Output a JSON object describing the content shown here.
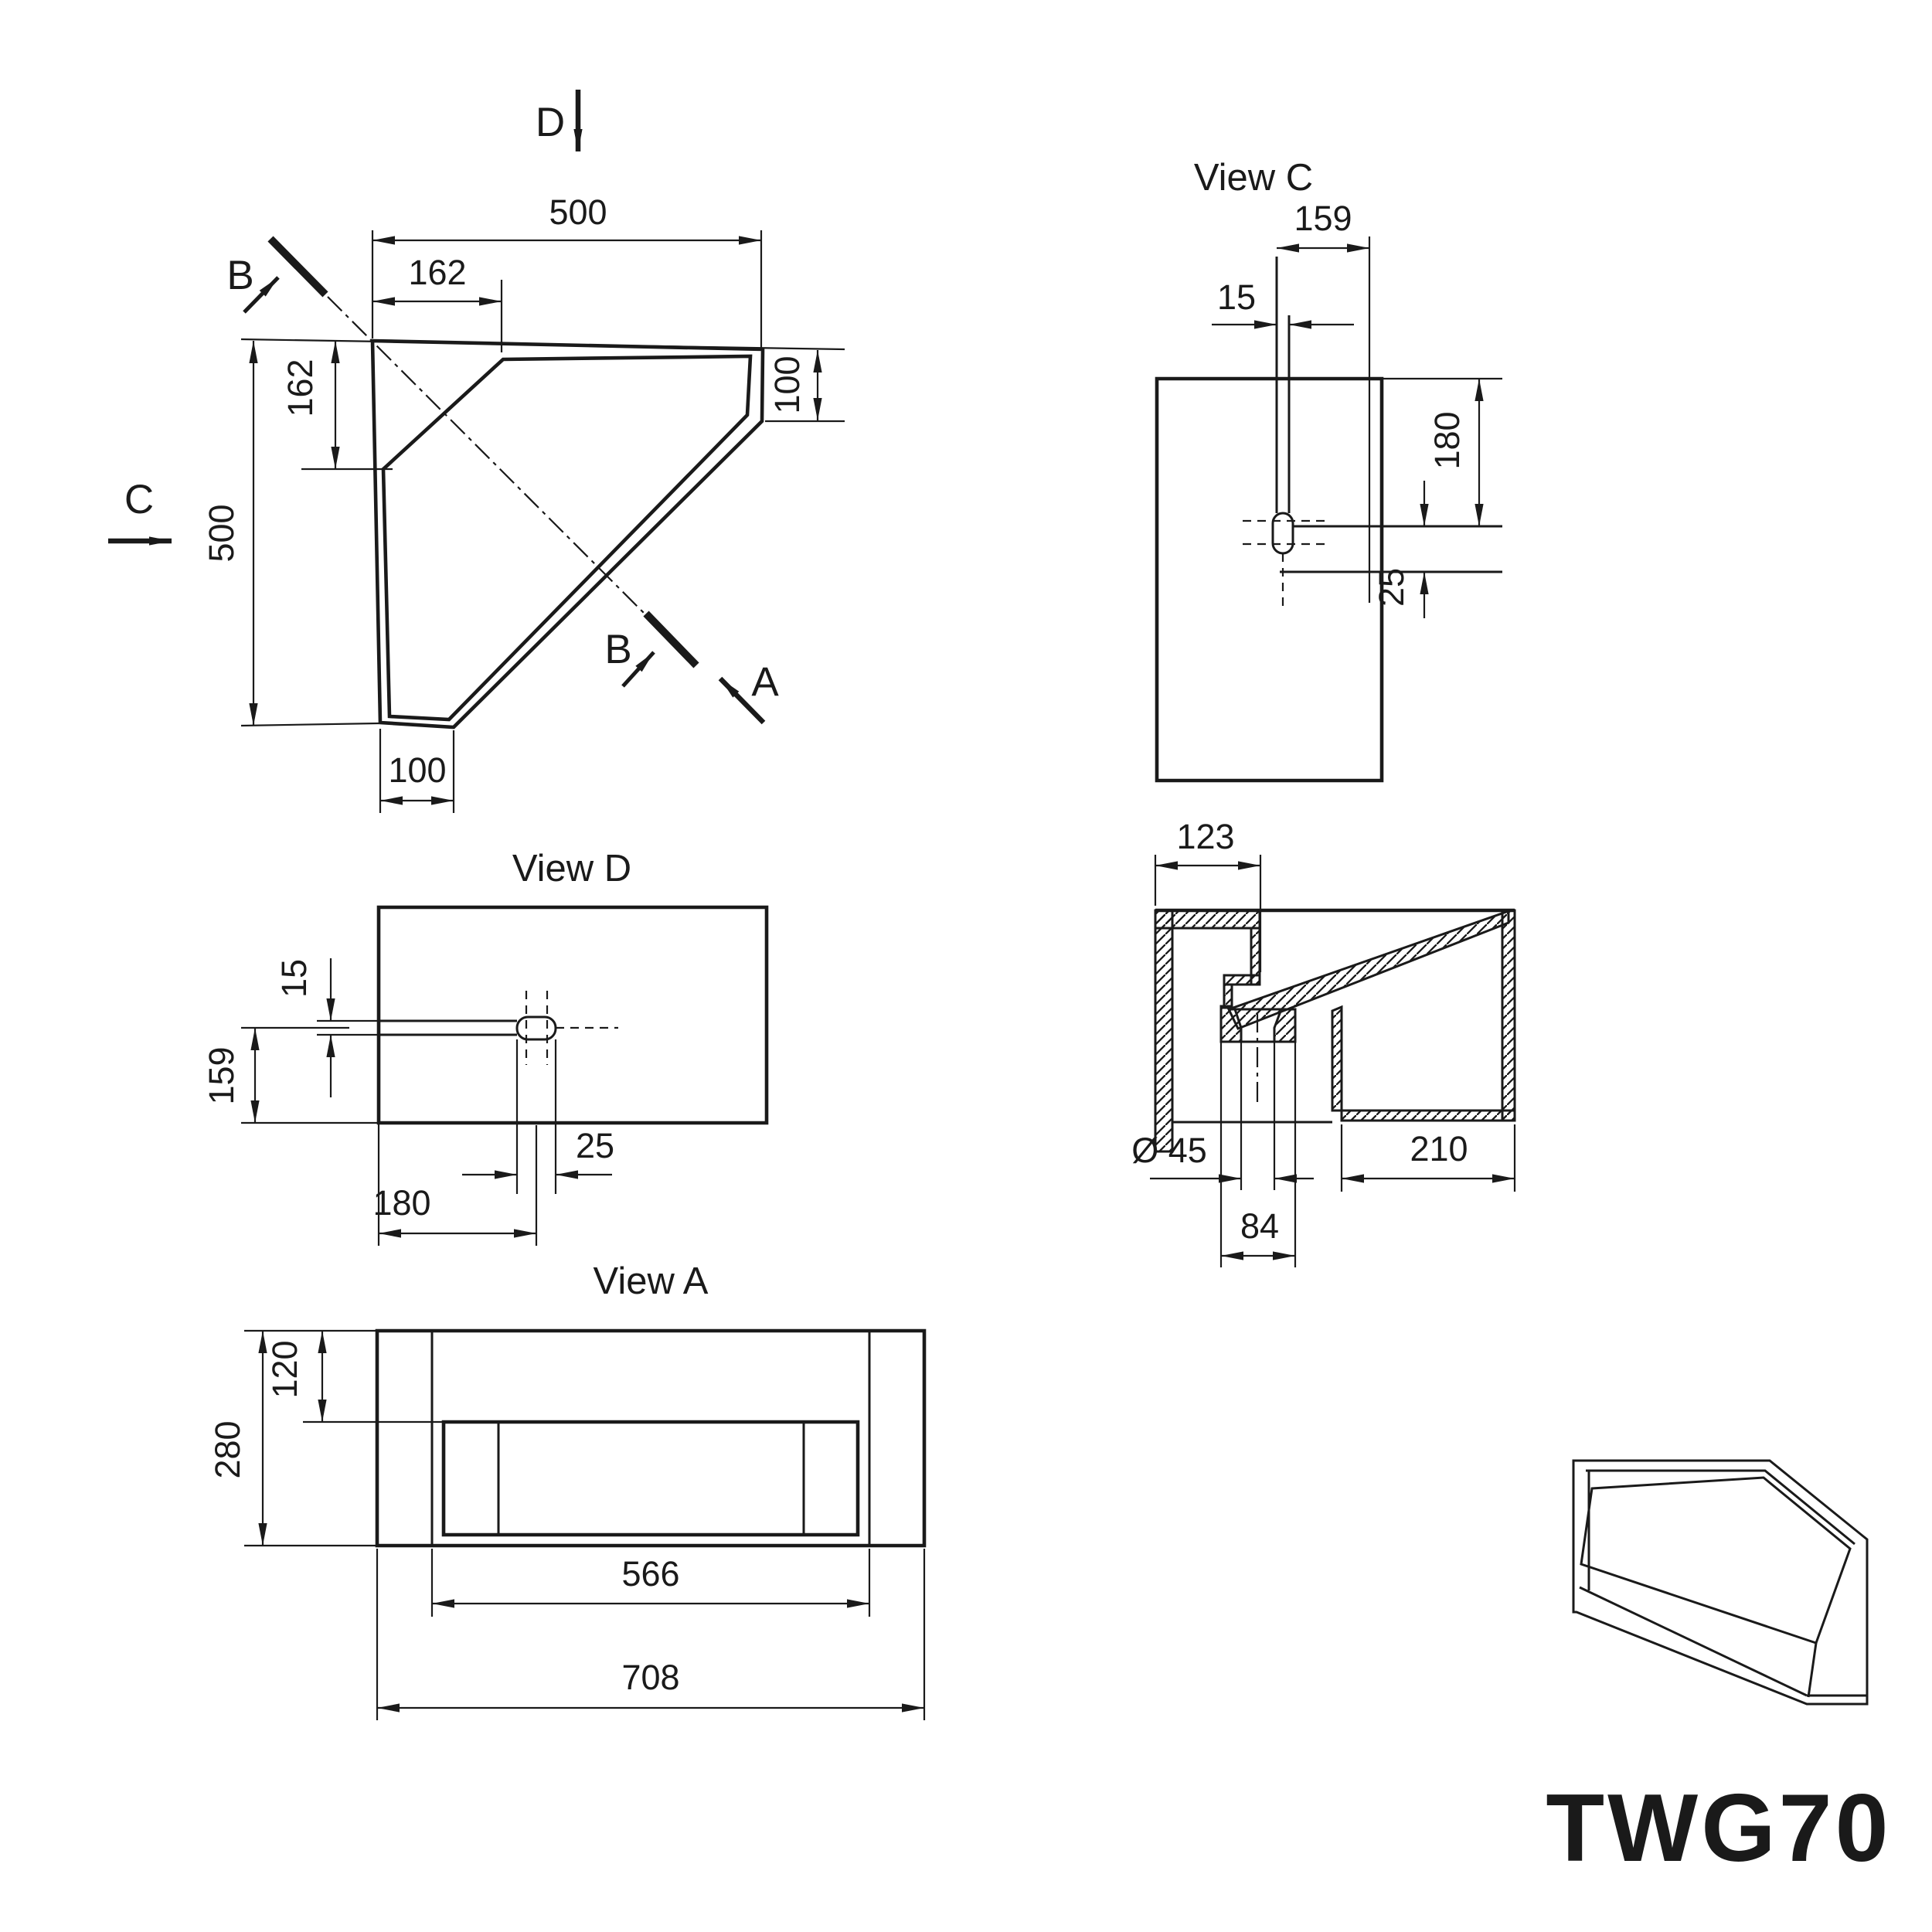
{
  "product_code": "TWG70",
  "colors": {
    "ink": "#1a1a1a",
    "paper": "#ffffff"
  },
  "plan_view": {
    "arrow_d": "D",
    "arrow_c": "C",
    "arrow_a": "A",
    "arrow_b_top": "B",
    "arrow_b_bottom": "B",
    "dim_top_width": "500",
    "dim_top_inset": "162",
    "dim_left_inset": "162",
    "dim_left_height": "500",
    "dim_right_flat": "100",
    "dim_bottom_flat": "100"
  },
  "view_c": {
    "title": "View C",
    "dim_slot_offset": "159",
    "dim_slot_width": "15",
    "dim_slot_depth": "180",
    "dim_slot_below": "25"
  },
  "view_d": {
    "title": "View D",
    "dim_slot_height": "15",
    "dim_slot_offset": "159",
    "dim_cap_width": "25",
    "dim_slot_depth": "180"
  },
  "view_a": {
    "title": "View A",
    "dim_height": "280",
    "dim_top_inset": "120",
    "dim_opening_width": "566",
    "dim_total_width": "708"
  },
  "section_view": {
    "dim_back_depth": "123",
    "dim_drain_diameter": "Ø 45",
    "dim_drain_body": "84",
    "dim_front_depth": "210"
  }
}
